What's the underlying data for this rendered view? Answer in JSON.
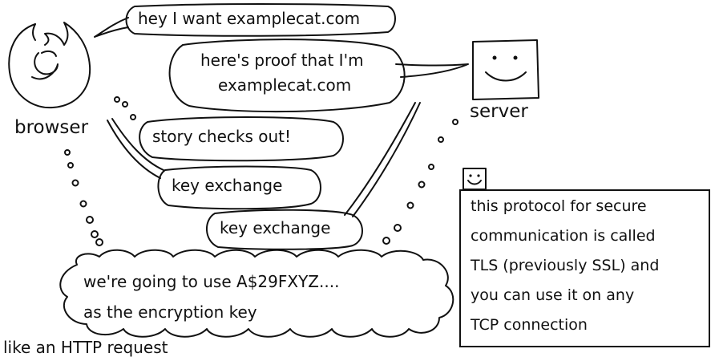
{
  "labels": {
    "browser": "browser",
    "server": "server"
  },
  "bubbles": {
    "request": "hey I want examplecat.com",
    "proof_line1": "here's proof that I'm",
    "proof_line2": "examplecat.com",
    "story": "story checks out!",
    "key_exchange_browser": "key exchange",
    "key_exchange_server": "key exchange",
    "shared_line1": "we're going to use  A$29FXYZ....",
    "shared_line2": "as the encryption key"
  },
  "note": {
    "lines": [
      "this protocol for secure",
      "communication is called",
      "TLS (previously SSL) and",
      "you can use it on any",
      "TCP connection"
    ]
  },
  "cutoff_text": "like an HTTP request",
  "icons": {
    "browser": "firefox-logo-icon",
    "server": "smiling-server-icon",
    "narrator": "small-smiley-icon"
  }
}
